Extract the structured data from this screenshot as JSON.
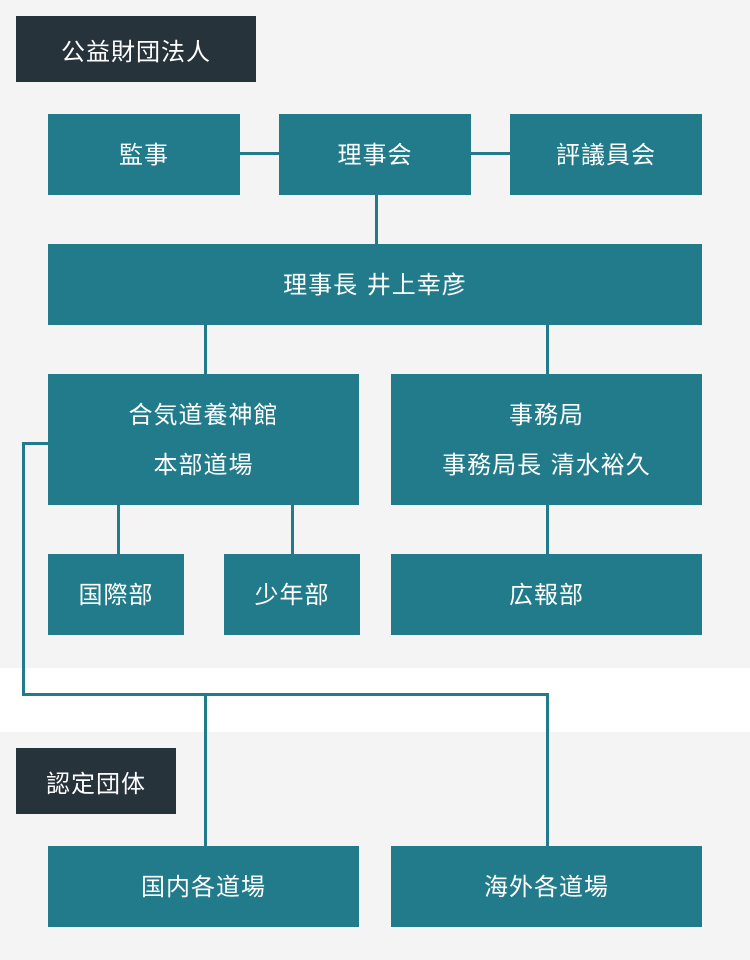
{
  "sections": {
    "corporation": "公益財団法人",
    "certified": "認定団体"
  },
  "boxes": {
    "auditor": "監事",
    "board": "理事会",
    "councilors": "評議員会",
    "chairman": "理事長 井上幸彦",
    "hombu_line1": "合気道養神館",
    "hombu_line2": "本部道場",
    "office_line1": "事務局",
    "office_line2": "事務局長 清水裕久",
    "international": "国際部",
    "youth": "少年部",
    "pr": "広報部",
    "domestic_dojos": "国内各道場",
    "overseas_dojos": "海外各道場"
  },
  "colors": {
    "box": "#217b8a",
    "tag": "#26333b",
    "panel": "#f4f4f4",
    "background": "#ffffff"
  }
}
